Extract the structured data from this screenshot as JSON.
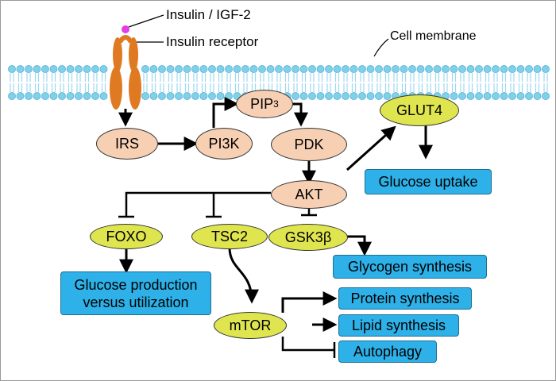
{
  "labels": {
    "ligand": "Insulin / IGF-2",
    "receptor": "Insulin receptor",
    "membrane": "Cell membrane"
  },
  "nodes": {
    "irs": "IRS",
    "pi3k": "PI3K",
    "pip3_main": "PIP",
    "pip3_sub": "3",
    "pdk": "PDK",
    "akt": "AKT",
    "glut4": "GLUT4",
    "foxo": "FOXO",
    "tsc2": "TSC2",
    "gsk3b": "GSK3β",
    "mtor": "mTOR"
  },
  "outcomes": {
    "glucose_uptake": "Glucose uptake",
    "glycogen_synthesis": "Glycogen synthesis",
    "glucose_production_line1": "Glucose production",
    "glucose_production_line2": "versus utilization",
    "protein_synthesis": "Protein synthesis",
    "lipid_synthesis": "Lipid synthesis",
    "autophagy": "Autophagy"
  },
  "colors": {
    "receptor": "#e07a22",
    "ligand": "#e23fe6",
    "membrane_head": "#7fd0ea",
    "node_upstream": "#f7d0b4",
    "node_effector": "#dfe54f",
    "outcome_box": "#2db1e8"
  }
}
